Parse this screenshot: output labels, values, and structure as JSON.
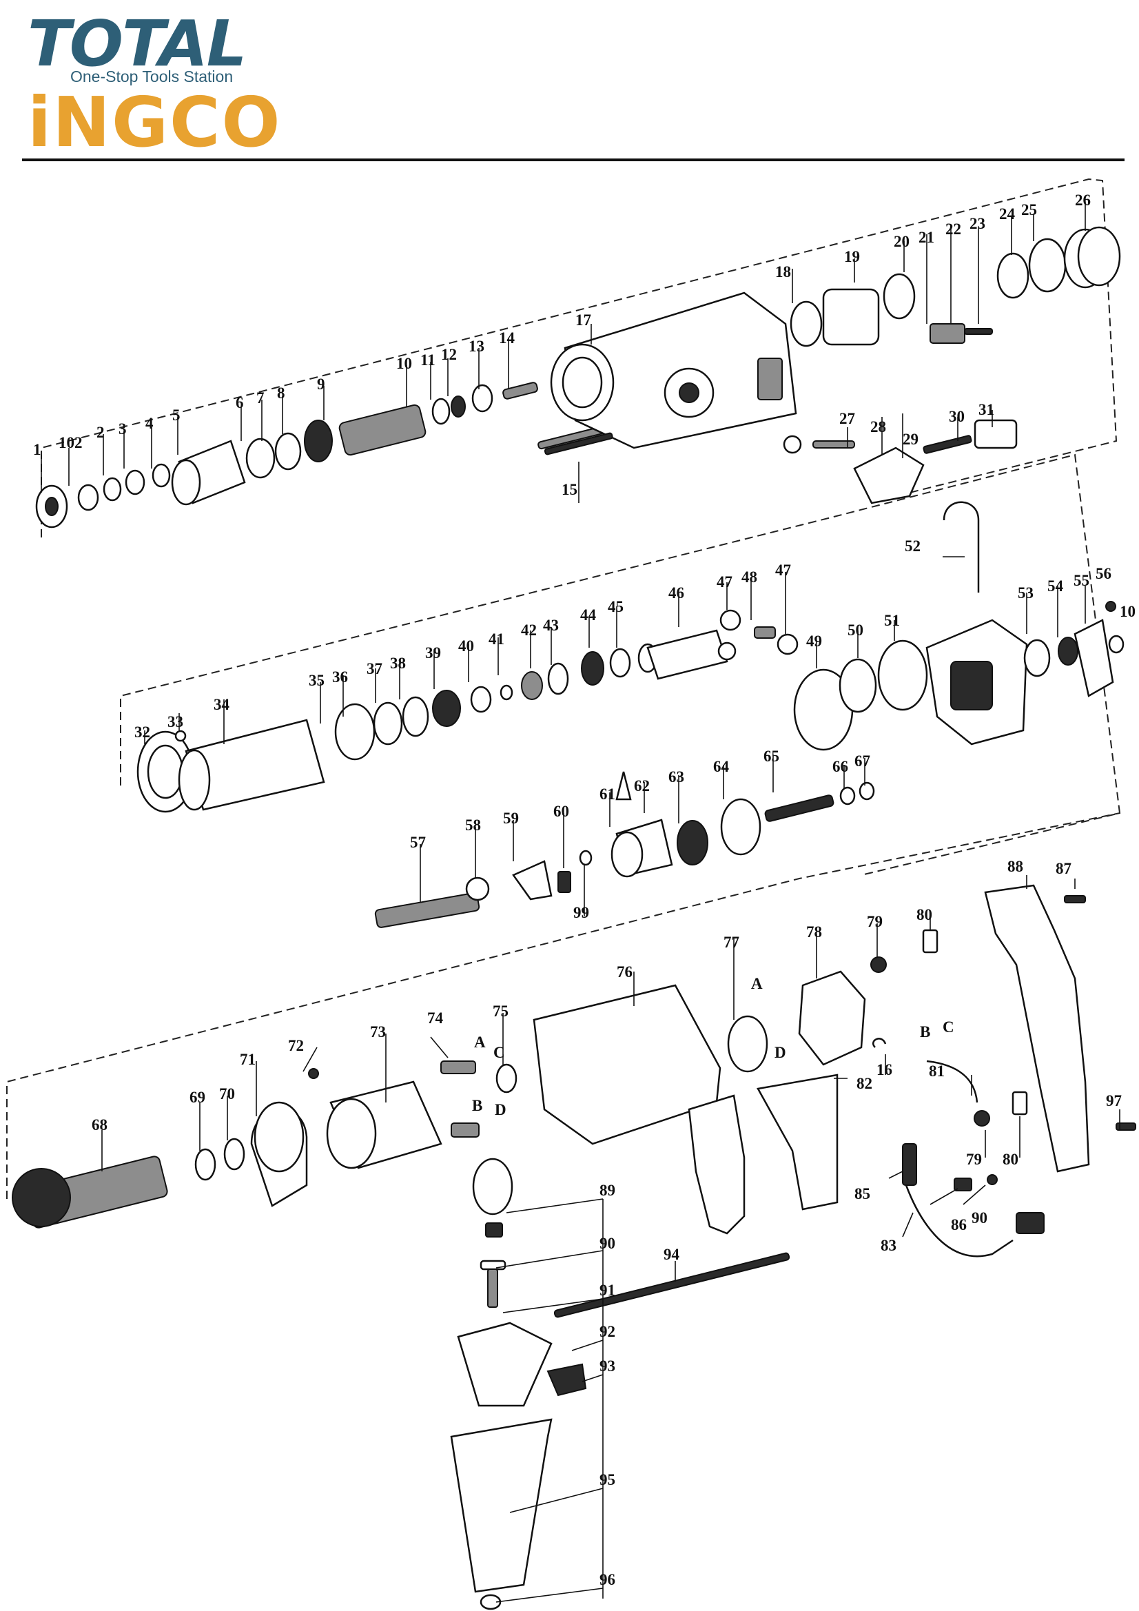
{
  "brand": {
    "primary": "TOTAL",
    "tagline": "One-Stop Tools Station",
    "secondary": "iNGCO",
    "primary_color": "#2e5f77",
    "secondary_color": "#e8a230"
  },
  "diagram": {
    "part_labels": [
      "1",
      "102",
      "2",
      "3",
      "4",
      "5",
      "6",
      "7",
      "8",
      "9",
      "10",
      "11",
      "12",
      "13",
      "14",
      "15",
      "17",
      "18",
      "19",
      "20",
      "21",
      "22",
      "23",
      "24",
      "25",
      "26",
      "27",
      "28",
      "29",
      "30",
      "31",
      "52",
      "32",
      "33",
      "34",
      "35",
      "36",
      "37",
      "38",
      "39",
      "40",
      "41",
      "42",
      "43",
      "44",
      "45",
      "46",
      "47",
      "48",
      "47",
      "49",
      "50",
      "51",
      "53",
      "54",
      "55",
      "56",
      "10",
      "57",
      "58",
      "59",
      "60",
      "99",
      "61",
      "62",
      "63",
      "64",
      "65",
      "66",
      "67",
      "68",
      "69",
      "70",
      "71",
      "72",
      "73",
      "74",
      "A",
      "C",
      "B",
      "D",
      "75",
      "76",
      "77",
      "A",
      "D",
      "78",
      "79",
      "80",
      "16",
      "B",
      "C",
      "81",
      "82",
      "79",
      "80",
      "85",
      "86",
      "90",
      "83",
      "87",
      "88",
      "97",
      "89",
      "90",
      "91",
      "92",
      "93",
      "94",
      "95",
      "96"
    ]
  }
}
